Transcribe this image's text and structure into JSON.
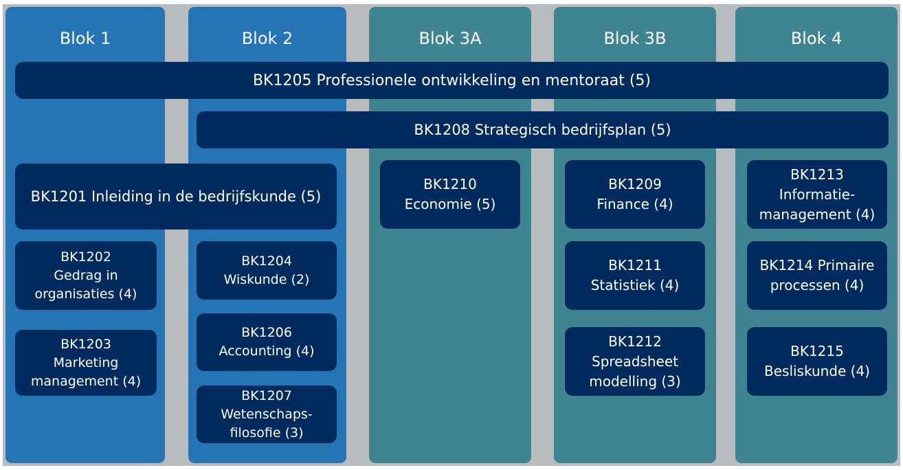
{
  "columns": [
    {
      "title": "Blok 1",
      "color": "#2574b5"
    },
    {
      "title": "Blok 2",
      "color": "#2574b5"
    },
    {
      "title": "Blok 3A",
      "color": "#418491"
    },
    {
      "title": "Blok 3B",
      "color": "#418491"
    },
    {
      "title": "Blok 4",
      "color": "#418491"
    }
  ],
  "courses": {
    "bk1205": "BK1205 Professionele ontwikkeling en mentoraat (5)",
    "bk1208": "BK1208 Strategisch bedrijfsplan (5)",
    "bk1201": "BK1201 Inleiding in de bedrijfskunde (5)",
    "bk1202": [
      "BK1202",
      "Gedrag in",
      "organisaties (4)"
    ],
    "bk1203": [
      "BK1203",
      "Marketing",
      "management (4)"
    ],
    "bk1204": [
      "BK1204",
      "Wiskunde (2)"
    ],
    "bk1206": [
      "BK1206",
      "Accounting (4)"
    ],
    "bk1207": [
      "BK1207",
      "Wetenschaps-",
      "filosofie (3)"
    ],
    "bk1210": [
      "BK1210",
      "Economie (5)"
    ],
    "bk1209": [
      "BK1209",
      "Finance (4)"
    ],
    "bk1211": [
      "BK1211",
      "Statistiek (4)"
    ],
    "bk1212": [
      "BK1212",
      "Spreadsheet",
      "modelling (3)"
    ],
    "bk1213": [
      "BK1213",
      "Informatie-",
      "management (4)"
    ],
    "bk1214": [
      "BK1214 Primaire",
      "processen (4)"
    ],
    "bk1215": [
      "BK1215",
      "Besliskunde (4)"
    ]
  },
  "colors": {
    "box": "#012b5e",
    "blue_column": "#2574b5",
    "teal_column": "#418491",
    "background": "#b9bcbf"
  }
}
